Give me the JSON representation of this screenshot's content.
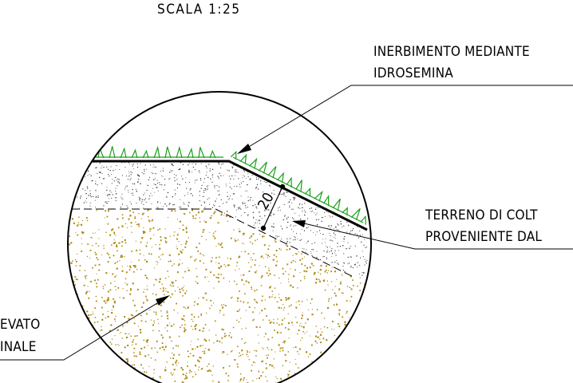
{
  "scale": "SCALA 1:25",
  "labels": {
    "grass": [
      "INERBIMENTO MEDIANTE",
      "IDROSEMINA"
    ],
    "topsoil": [
      "TERRENO DI COLT",
      "PROVENIENTE DAL"
    ],
    "embankment": [
      "EVATO",
      "INALE"
    ]
  },
  "dimension": "20",
  "colors": {
    "line": "#000000",
    "grass": "#19a019",
    "fill_dots": "#b08a10",
    "topsoil_dots": "#333333"
  }
}
